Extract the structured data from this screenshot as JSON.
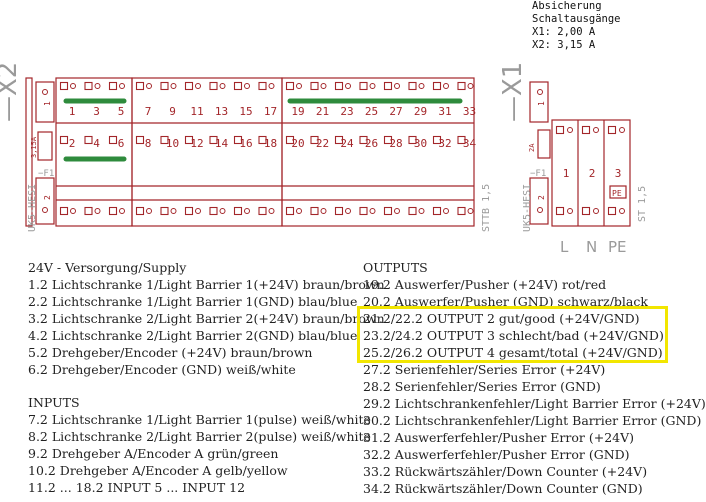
{
  "fuse_note": {
    "title": "Absicherung",
    "subtitle": "Schaltausgänge",
    "x1": "X1: 2,00 A",
    "x2": "X2: 3,15 A"
  },
  "labels": {
    "x2": "—X2",
    "x1": "—X1",
    "board_left": "UK5-HESI",
    "board_right": "UK5-HESI",
    "fuse_left": "−F1",
    "fuse_right": "−F1",
    "fuse_val_left": "3,15A",
    "fuse_val_right": "2A",
    "sttb": "STTB 1,5",
    "st": "ST 1,5",
    "pe_box": "PE",
    "lnpe": [
      "L",
      "N",
      "PE"
    ],
    "terminal_small": [
      "1",
      "2"
    ]
  },
  "terminals": {
    "top_row_a": [
      "1",
      "3",
      "5"
    ],
    "top_row_b": [
      "7",
      "9",
      "11",
      "13",
      "15",
      "17"
    ],
    "top_row_c": [
      "19",
      "21",
      "23",
      "25",
      "27",
      "29",
      "31",
      "33"
    ],
    "mid_row_a": [
      "2",
      "4",
      "6"
    ],
    "mid_row_b": [
      "8",
      "10",
      "12",
      "14",
      "16",
      "18"
    ],
    "mid_row_c": [
      "20",
      "22",
      "24",
      "26",
      "28",
      "30",
      "32",
      "34"
    ],
    "right_block": [
      "1",
      "2",
      "3"
    ]
  },
  "left_text": {
    "supply_header": "24V - Versorgung/Supply",
    "supply": [
      "1.2 Lichtschranke 1/Light Barrier 1(+24V) braun/brown",
      "2.2 Lichtschranke 1/Light Barrier 1(GND) blau/blue",
      "3.2 Lichtschranke 2/Light Barrier 2(+24V) braun/brown",
      "4.2 Lichtschranke 2/Light Barrier 2(GND) blau/blue",
      "5.2 Drehgeber/Encoder (+24V) braun/brown",
      "6.2 Drehgeber/Encoder (GND) weiß/white"
    ],
    "inputs_header": "INPUTS",
    "inputs": [
      "7.2 Lichtschranke 1/Light Barrier 1(pulse) weiß/white",
      "8.2 Lichtschranke 2/Light Barrier 2(pulse) weiß/white",
      "9.2 Drehgeber A/Encoder A grün/green",
      "10.2 Drehgeber A/Encoder A gelb/yellow",
      "11.2 ... 18.2 INPUT 5 ... INPUT 12"
    ]
  },
  "right_text": {
    "outputs_header": "OUTPUTS",
    "outputs": [
      "19.2 Auswerfer/Pusher (+24V) rot/red",
      "20.2 Auswerfer/Pusher (GND) schwarz/black",
      "21.2/22.2 OUTPUT 2 gut/good (+24V/GND)",
      "23.2/24.2 OUTPUT 3 schlecht/bad (+24V/GND)",
      "25.2/26.2 OUTPUT 4 gesamt/total (+24V/GND)",
      "27.2 Serienfehler/Series Error (+24V)",
      "28.2 Serienfehler/Series Error (GND)",
      "29.2 Lichtschrankenfehler/Light Barrier Error (+24V)",
      "30.2 Lichtschrankenfehler/Light Barrier Error (GND)",
      "31.2 Auswerferfehler/Pusher Error (+24V)",
      "32.2 Auswerferfehler/Pusher Error (GND)",
      "33.2 Rückwärtszähler/Down Counter (+24V)",
      "34.2 Rückwärtszähler/Down Counter (GND)"
    ]
  },
  "colors": {
    "pcb": "#a3262a",
    "bridge": "#2e8b3c",
    "highlight": "#f2e600",
    "label_gray": "#9a9a9a"
  }
}
